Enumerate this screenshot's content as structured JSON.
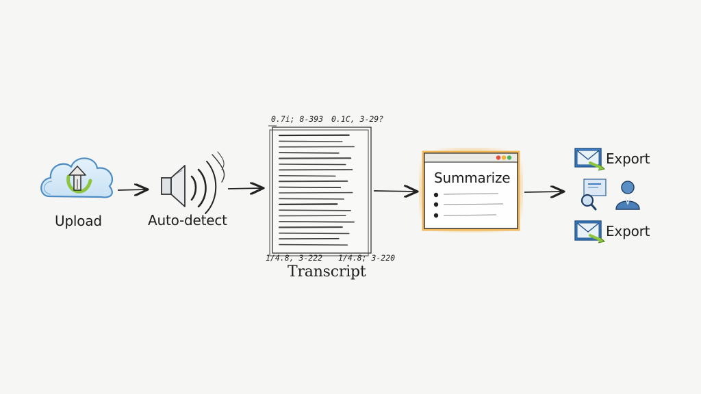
{
  "steps": {
    "upload": {
      "label": "Upload",
      "icon": "cloud-upload-icon"
    },
    "autodetect": {
      "label": "Auto-detect",
      "icon": "speaker-icon"
    },
    "transcript": {
      "label": "Transcript",
      "icon": "document-icon",
      "timestamps": {
        "top_left": "0.7i; 8-393",
        "top_right": "0.1C, 3-29?",
        "bottom_left": "1/4.8, 3-222",
        "bottom_right": "1/4.8; 3-220"
      }
    },
    "summarize": {
      "label": "Summarize",
      "icon": "browser-window-icon",
      "bullets": 3
    },
    "outputs": {
      "export_top": {
        "label": "Export",
        "icon": "export-mail-icon"
      },
      "export_bottom": {
        "label": "Export",
        "icon": "export-mail-icon"
      },
      "search_icon": "search-profile-icon",
      "user_icon": "user-icon"
    }
  },
  "colors": {
    "ink": "#222222",
    "cloud": "#6aa9d8",
    "upload_arrow": "#8cc63f",
    "summarize_glow": "#f3c26b",
    "window_dots": [
      "#e44b3b",
      "#f2b134",
      "#46b25a"
    ],
    "envelope": "#3d7fc4",
    "user": "#4a7fb8"
  }
}
